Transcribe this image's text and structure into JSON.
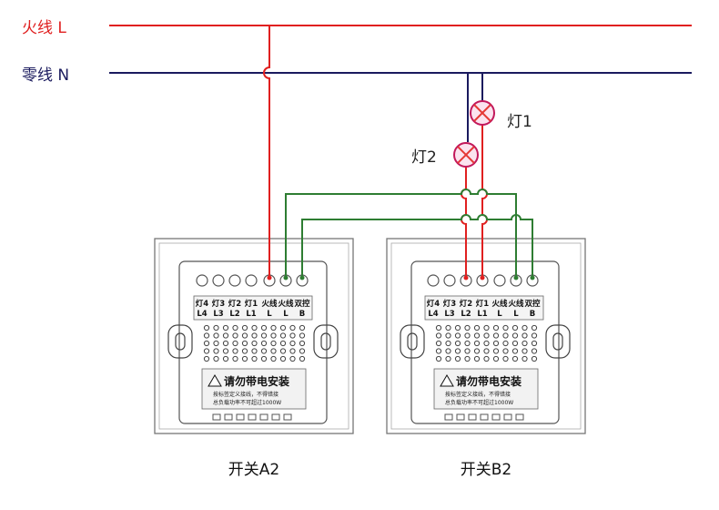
{
  "mains": {
    "live_label": "火线 L",
    "neutral_label": "零线 N",
    "live_color": "#e02020",
    "neutral_color": "#1a1a5e",
    "traveler_color": "#2e7d32"
  },
  "lamps": [
    {
      "label": "灯1"
    },
    {
      "label": "灯2"
    }
  ],
  "switches": [
    {
      "caption": "开关A2",
      "terminal_labels": [
        {
          "cn": "灯4",
          "code": "L4"
        },
        {
          "cn": "灯3",
          "code": "L3"
        },
        {
          "cn": "灯2",
          "code": "L2"
        },
        {
          "cn": "灯1",
          "code": "L1"
        },
        {
          "cn": "火线",
          "code": "L"
        },
        {
          "cn": "火线",
          "code": "L"
        },
        {
          "cn": "双控",
          "code": "B"
        }
      ],
      "warning_title": "请勿带电安装",
      "warning_notes": [
        "按标签定义接线，不得错接",
        "总负载功率不可超过1000W"
      ]
    },
    {
      "caption": "开关B2",
      "terminal_labels": [
        {
          "cn": "灯4",
          "code": "L4"
        },
        {
          "cn": "灯3",
          "code": "L3"
        },
        {
          "cn": "灯2",
          "code": "L2"
        },
        {
          "cn": "灯1",
          "code": "L1"
        },
        {
          "cn": "火线",
          "code": "L"
        },
        {
          "cn": "火线",
          "code": "L"
        },
        {
          "cn": "双控",
          "code": "B"
        }
      ],
      "warning_title": "请勿带电安装",
      "warning_notes": [
        "按标签定义接线，不得错接",
        "总负载功率不可超过1000W"
      ]
    }
  ]
}
